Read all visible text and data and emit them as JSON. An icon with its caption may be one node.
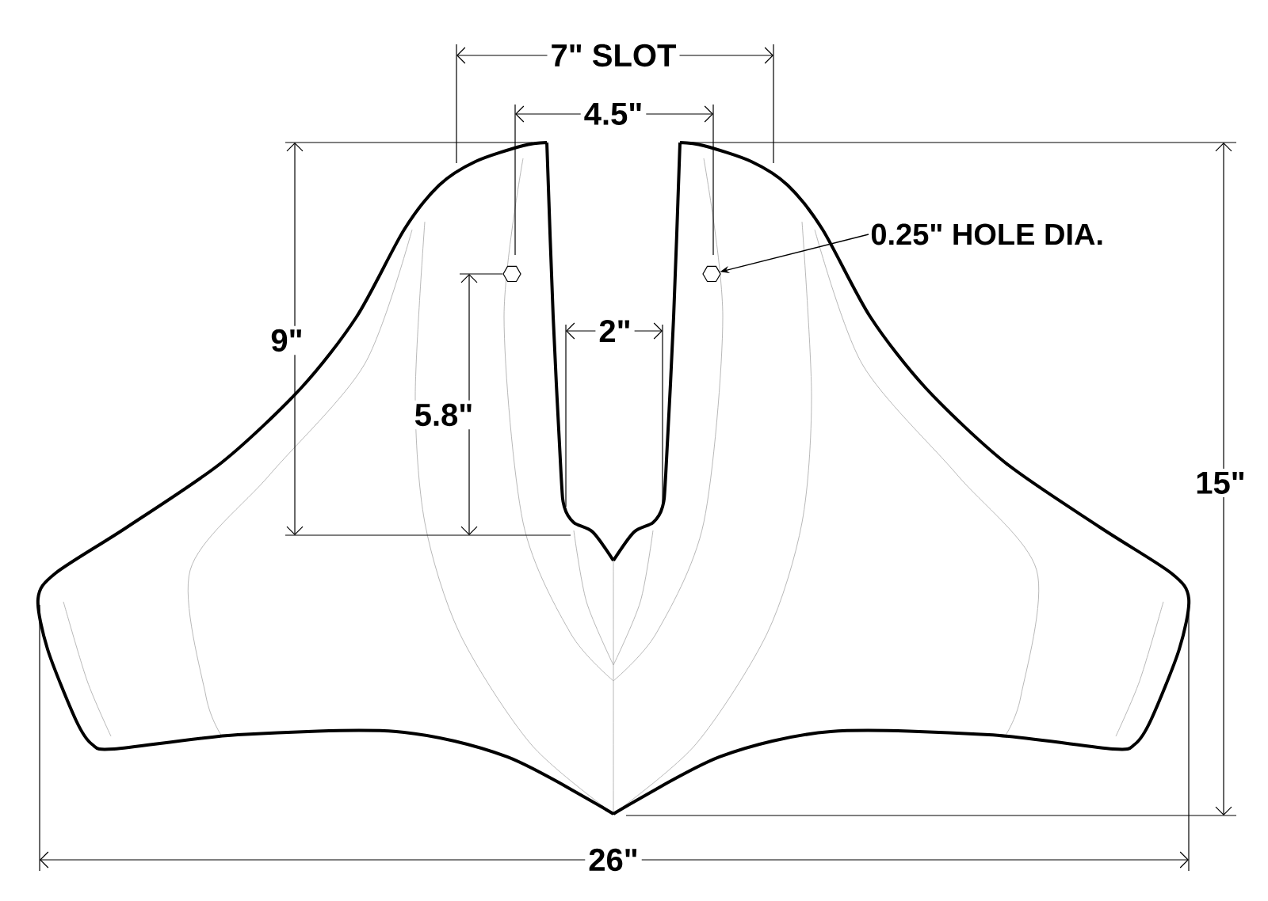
{
  "diagram": {
    "nodes": [
      {
        "text": [
          "0.25\" HOLE DIA."
        ]
      },
      {
        "text": [],
        "shape": "hexagon"
      },
      {
        "text": [],
        "shape": "hexagon"
      }
    ],
    "edges": [
      {
        "from": 0,
        "to": 2,
        "arrow": "to"
      }
    ],
    "labels": [
      "7\" SLOT",
      "4.5\"",
      "9\"",
      "2\"",
      "5.8\"",
      "15\"",
      "26\""
    ]
  }
}
